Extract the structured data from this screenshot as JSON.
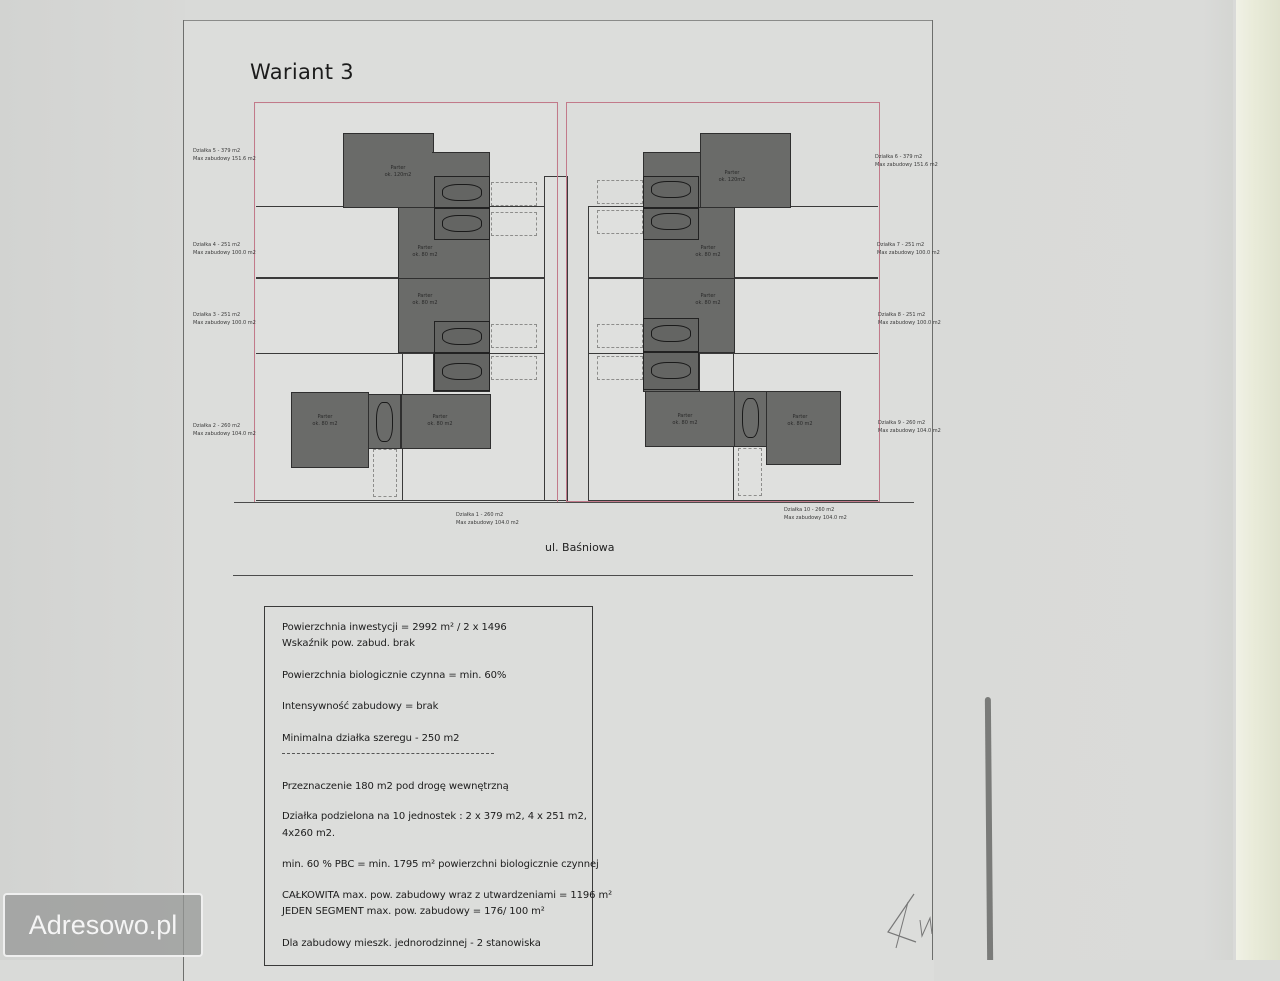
{
  "document": {
    "title": "Wariant 3",
    "street": "ul. Baśniowa"
  },
  "plots_left": [
    {
      "label": "Działka 5 - 379 m2",
      "max": "Max zabudowy 151.6 m2"
    },
    {
      "label": "Działka 4 - 251 m2",
      "max": "Max zabudowy 100.0 m2"
    },
    {
      "label": "Działka 3 - 251 m2",
      "max": "Max zabudowy 100.0 m2"
    },
    {
      "label": "Działka 2 - 260 m2",
      "max": "Max zabudowy 104.0 m2"
    }
  ],
  "plots_right": [
    {
      "label": "Działka 6 - 379 m2",
      "max": "Max zabudowy 151.6 m2"
    },
    {
      "label": "Działka 7 - 251 m2",
      "max": "Max zabudowy 100.0 m2"
    },
    {
      "label": "Działka 8 - 251 m2",
      "max": "Max zabudowy 100.0 m2"
    },
    {
      "label": "Działka 9 - 260 m2",
      "max": "Max zabudowy 104.0 m2"
    }
  ],
  "plots_bottom": [
    {
      "label": "Działka 1 - 260 m2",
      "max": "Max zabudowy 104.0 m2"
    },
    {
      "label": "Działka 10 - 260 m2",
      "max": "Max zabudowy 104.0 m2"
    }
  ],
  "houses": {
    "h5": [
      "Parter",
      "ok. 120m2"
    ],
    "h4": [
      "Parter",
      "ok. 80 m2"
    ],
    "h3": [
      "Parter",
      "ok. 80 m2"
    ],
    "h2": [
      "Parter",
      "ok. 80 m2"
    ],
    "h1": [
      "Parter",
      "ok. 80 m2"
    ],
    "h6": [
      "Parter",
      "ok. 120m2"
    ],
    "h7": [
      "Parter",
      "ok. 80 m2"
    ],
    "h8": [
      "Parter",
      "ok. 80 m2"
    ],
    "h9": [
      "Parter",
      "ok. 80 m2"
    ],
    "h10": [
      "Parter",
      "ok. 80 m2"
    ]
  },
  "info": {
    "line1": "Powierzchnia inwestycji = 2992 m² / 2 x 1496",
    "line2": "Wskaźnik pow. zabud. brak",
    "line3": "Powierzchnia biologicznie czynna = min. 60%",
    "line4": "Intensywność zabudowy = brak",
    "line5": "Minimalna działka szeregu - 250 m2",
    "line6": "Przeznaczenie  180 m2 pod drogę wewnętrzną",
    "line7": "Działka podzielona na 10 jednostek  : 2 x 379 m2, 4 x 251 m2,",
    "line8": "4x260 m2.",
    "line9": "min. 60 % PBC =  min. 1795 m² powierzchni biologicznie czynnej",
    "line10": "CAŁKOWITA max. pow. zabudowy wraz z utwardzeniami = 1196 m²",
    "line11": "JEDEN SEGMENT max. pow. zabudowy = 176/ 100  m²",
    "line12": "Dla zabudowy mieszk. jednorodzinnej - 2 stanowiska"
  },
  "watermark": "Adresowo.pl",
  "colors": {
    "plot_outline": "#c27a8a",
    "building": "#6a6b69",
    "paper": "#dcdddb"
  }
}
